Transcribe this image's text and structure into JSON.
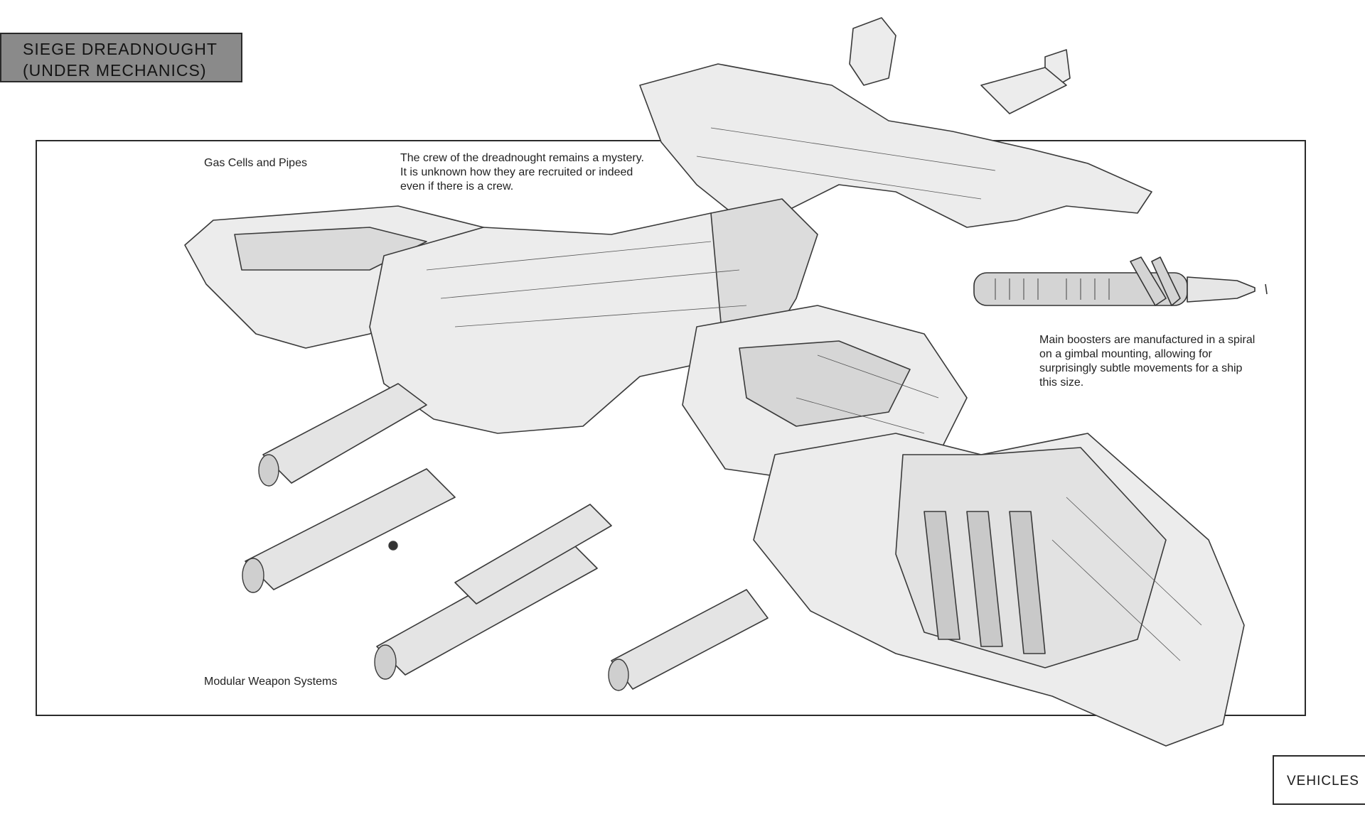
{
  "header": {
    "title_line1": "SIEGE DREADNOUGHT",
    "title_line2": "(UNDER MECHANICS)"
  },
  "labels": {
    "gas_cells": "Gas Cells and Pipes",
    "weapons": "Modular Weapon Systems"
  },
  "notes": {
    "crew": [
      "The crew of the dreadnought remains a mystery.",
      "It is unknown how they are recruited or indeed",
      "even if there is a crew."
    ],
    "boosters": [
      "Main boosters are manufactured in a spiral",
      "on a gimbal mounting, allowing for",
      "surprisingly subtle movements for a ship",
      "this size."
    ]
  },
  "footer": {
    "tab": "VEHICLES"
  },
  "illustrations": {
    "main": "dreadnought-sketch",
    "detail": "booster-sketch"
  },
  "colors": {
    "title_fill": "#8a8a8a",
    "ink": "#2a2a2a",
    "shade": "#cfcfcf"
  }
}
